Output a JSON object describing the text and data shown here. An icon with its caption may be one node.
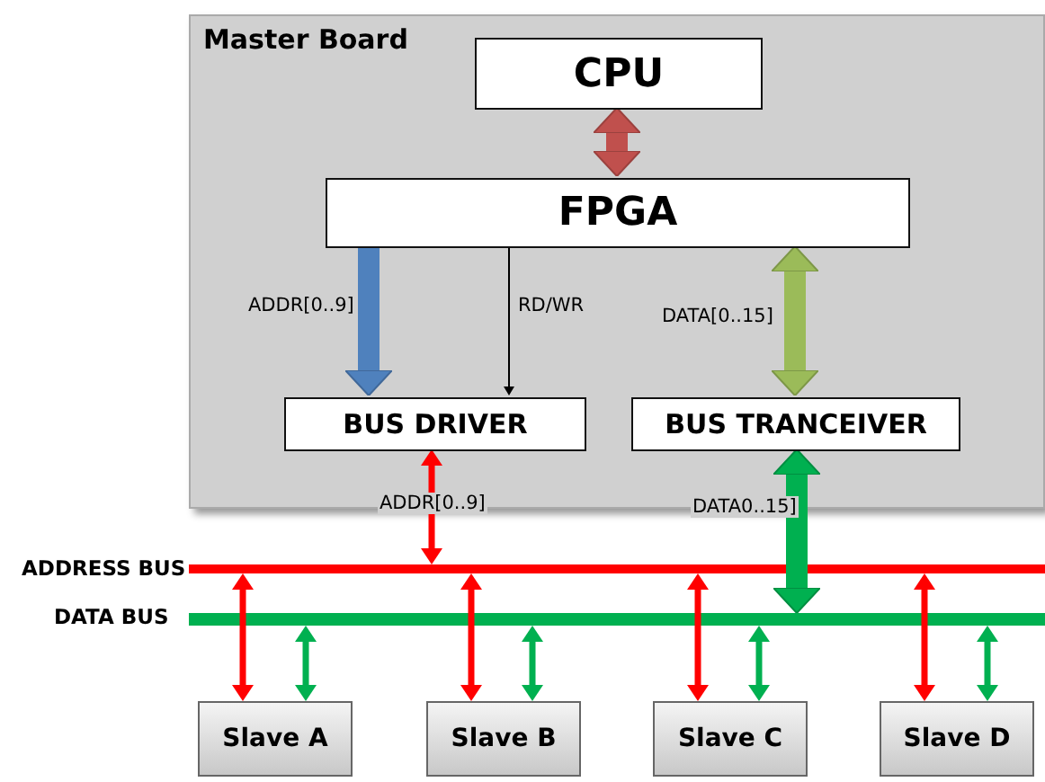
{
  "diagram": {
    "nodes": [
      {
        "text": [
          "Master Board"
        ]
      },
      {
        "text": [
          "CPU"
        ],
        "in": 0
      },
      {
        "text": [
          "FPGA"
        ],
        "in": 0
      },
      {
        "text": [
          "BUS DRIVER"
        ],
        "in": 0
      },
      {
        "text": [
          "BUS TRANCEIVER"
        ],
        "in": 0
      },
      {
        "text": [
          "ADDRESS BUS"
        ]
      },
      {
        "text": [
          "DATA BUS"
        ]
      },
      {
        "text": [
          "Slave A"
        ]
      },
      {
        "text": [
          "Slave B"
        ]
      },
      {
        "text": [
          "Slave C"
        ]
      },
      {
        "text": [
          "Slave D"
        ]
      }
    ],
    "edges": [
      {
        "from": 1,
        "to": 2,
        "arrow": "both",
        "style": "thick",
        "color": "#c0504d"
      },
      {
        "from": 2,
        "to": 3,
        "arrow": "to",
        "label": "ADDR[0..9]",
        "style": "thick",
        "color": "#4f81bd"
      },
      {
        "from": 2,
        "to": 3,
        "arrow": "to",
        "label": "RD/WR",
        "color": "#000000"
      },
      {
        "from": 2,
        "to": 4,
        "arrow": "both",
        "label": "DATA[0..15]",
        "style": "thick",
        "color": "#9bbb59"
      },
      {
        "from": 3,
        "to": 5,
        "arrow": "both",
        "label": "ADDR[0..9]",
        "color": "#ff0000"
      },
      {
        "from": 4,
        "to": 6,
        "arrow": "both",
        "label": "DATA0..15]",
        "style": "thick",
        "color": "#00b050"
      },
      {
        "from": 5,
        "to": 7,
        "arrow": "both",
        "color": "#ff0000"
      },
      {
        "from": 5,
        "to": 8,
        "arrow": "both",
        "color": "#ff0000"
      },
      {
        "from": 5,
        "to": 9,
        "arrow": "both",
        "color": "#ff0000"
      },
      {
        "from": 5,
        "to": 10,
        "arrow": "both",
        "color": "#ff0000"
      },
      {
        "from": 6,
        "to": 7,
        "arrow": "both",
        "color": "#00b050"
      },
      {
        "from": 6,
        "to": 8,
        "arrow": "both",
        "color": "#00b050"
      },
      {
        "from": 6,
        "to": 9,
        "arrow": "both",
        "color": "#00b050"
      },
      {
        "from": 6,
        "to": 10,
        "arrow": "both",
        "color": "#00b050"
      }
    ]
  }
}
